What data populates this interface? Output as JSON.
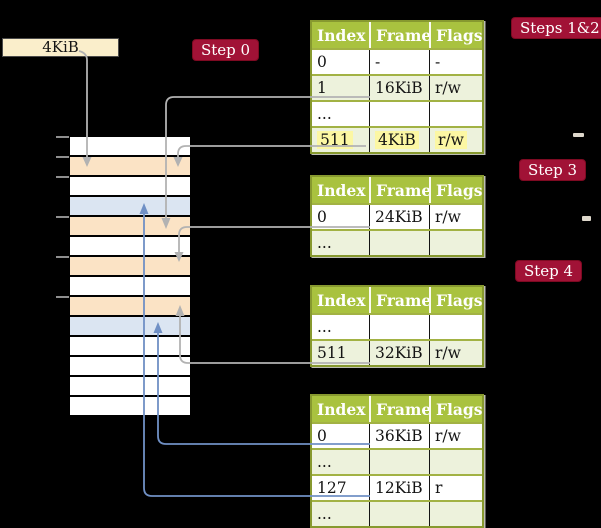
{
  "box_4kib": {
    "label": "4KiB"
  },
  "badges": {
    "step0": "Step 0",
    "steps12": "Steps 1&2",
    "step3": "Step 3",
    "step4": "Step 4"
  },
  "tables": [
    {
      "columns": [
        "Index",
        "Frame",
        "Flags"
      ],
      "rows": [
        [
          "0",
          "-",
          "-"
        ],
        [
          "1",
          "16KiB",
          "r/w"
        ],
        [
          "...",
          "",
          ""
        ],
        [
          "511",
          "4KiB",
          "r/w"
        ]
      ],
      "highlighted_row": "511 | 4KiB | r/w"
    },
    {
      "columns": [
        "Index",
        "Frame",
        "Flags"
      ],
      "rows": [
        [
          "0",
          "24KiB",
          "r/w"
        ],
        [
          "...",
          "",
          ""
        ]
      ]
    },
    {
      "columns": [
        "Index",
        "Frame",
        "Flags"
      ],
      "rows": [
        [
          "...",
          "",
          ""
        ],
        [
          "511",
          "32KiB",
          "r/w"
        ]
      ]
    },
    {
      "columns": [
        "Index",
        "Frame",
        "Flags"
      ],
      "rows": [
        [
          "0",
          "36KiB",
          "r/w"
        ],
        [
          "...",
          "",
          ""
        ],
        [
          "127",
          "12KiB",
          "r"
        ],
        [
          "...",
          "",
          ""
        ]
      ]
    }
  ],
  "memory": {
    "pattern": [
      "white",
      "orange",
      "white",
      "blue",
      "orange",
      "white",
      "orange",
      "white",
      "orange",
      "blue",
      "white",
      "white",
      "white",
      "white"
    ],
    "tick_offsets": [
      0,
      20,
      40,
      80,
      120,
      160
    ]
  },
  "colors": {
    "badge_red": "#a11236",
    "table_header_green": "#a9c23f",
    "table_border_olive": "#87992f",
    "row_alt_green": "#edf2dc",
    "highlight_yellow": "#fcf7a3",
    "memory_orange": "#fbe3c5",
    "memory_blue": "#dbe5f2",
    "box_cream": "#faeecb",
    "arrow_gray": "#b2b2b2",
    "arrow_blue": "#7090c5"
  }
}
